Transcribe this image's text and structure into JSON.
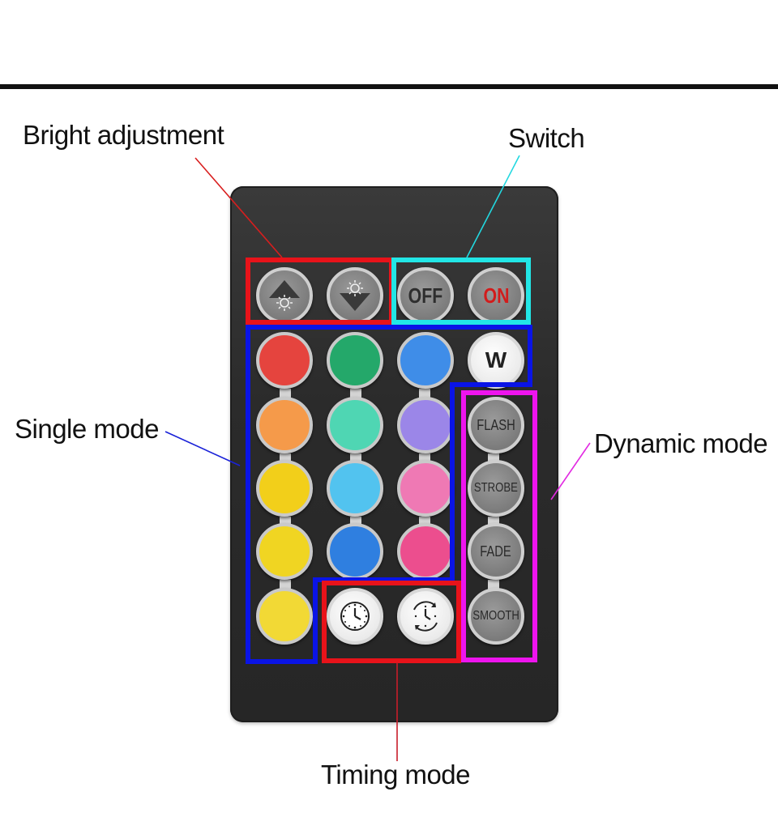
{
  "labels": {
    "bright": "Bright adjustment",
    "switch": "Switch",
    "single": "Single mode",
    "dynamic": "Dynamic mode",
    "timing": "Timing mode"
  },
  "buttons": {
    "off": "OFF",
    "on": "ON",
    "white": "W",
    "flash": "FLASH",
    "strobe": "STROBE",
    "fade": "FADE",
    "smooth": "SMOOTH"
  },
  "colors": {
    "bright_box": "#e8131a",
    "switch_box": "#22e6e6",
    "single_box": "#0a14e6",
    "dynamic_box": "#ee14ee",
    "timing_box": "#e8131a",
    "color_buttons": [
      "#e5443e",
      "#24a86a",
      "#3f8de8",
      "#f59a4a",
      "#4fd6b3",
      "#9b86e8",
      "#f2cf1a",
      "#52c3ef",
      "#ef79b4",
      "#f0d522",
      "#2f7fe0",
      "#ec4e8e",
      "#f2d935"
    ]
  },
  "icons": [
    "brightness-up-icon",
    "brightness-down-icon",
    "timer-icon",
    "timer-cycle-icon"
  ]
}
